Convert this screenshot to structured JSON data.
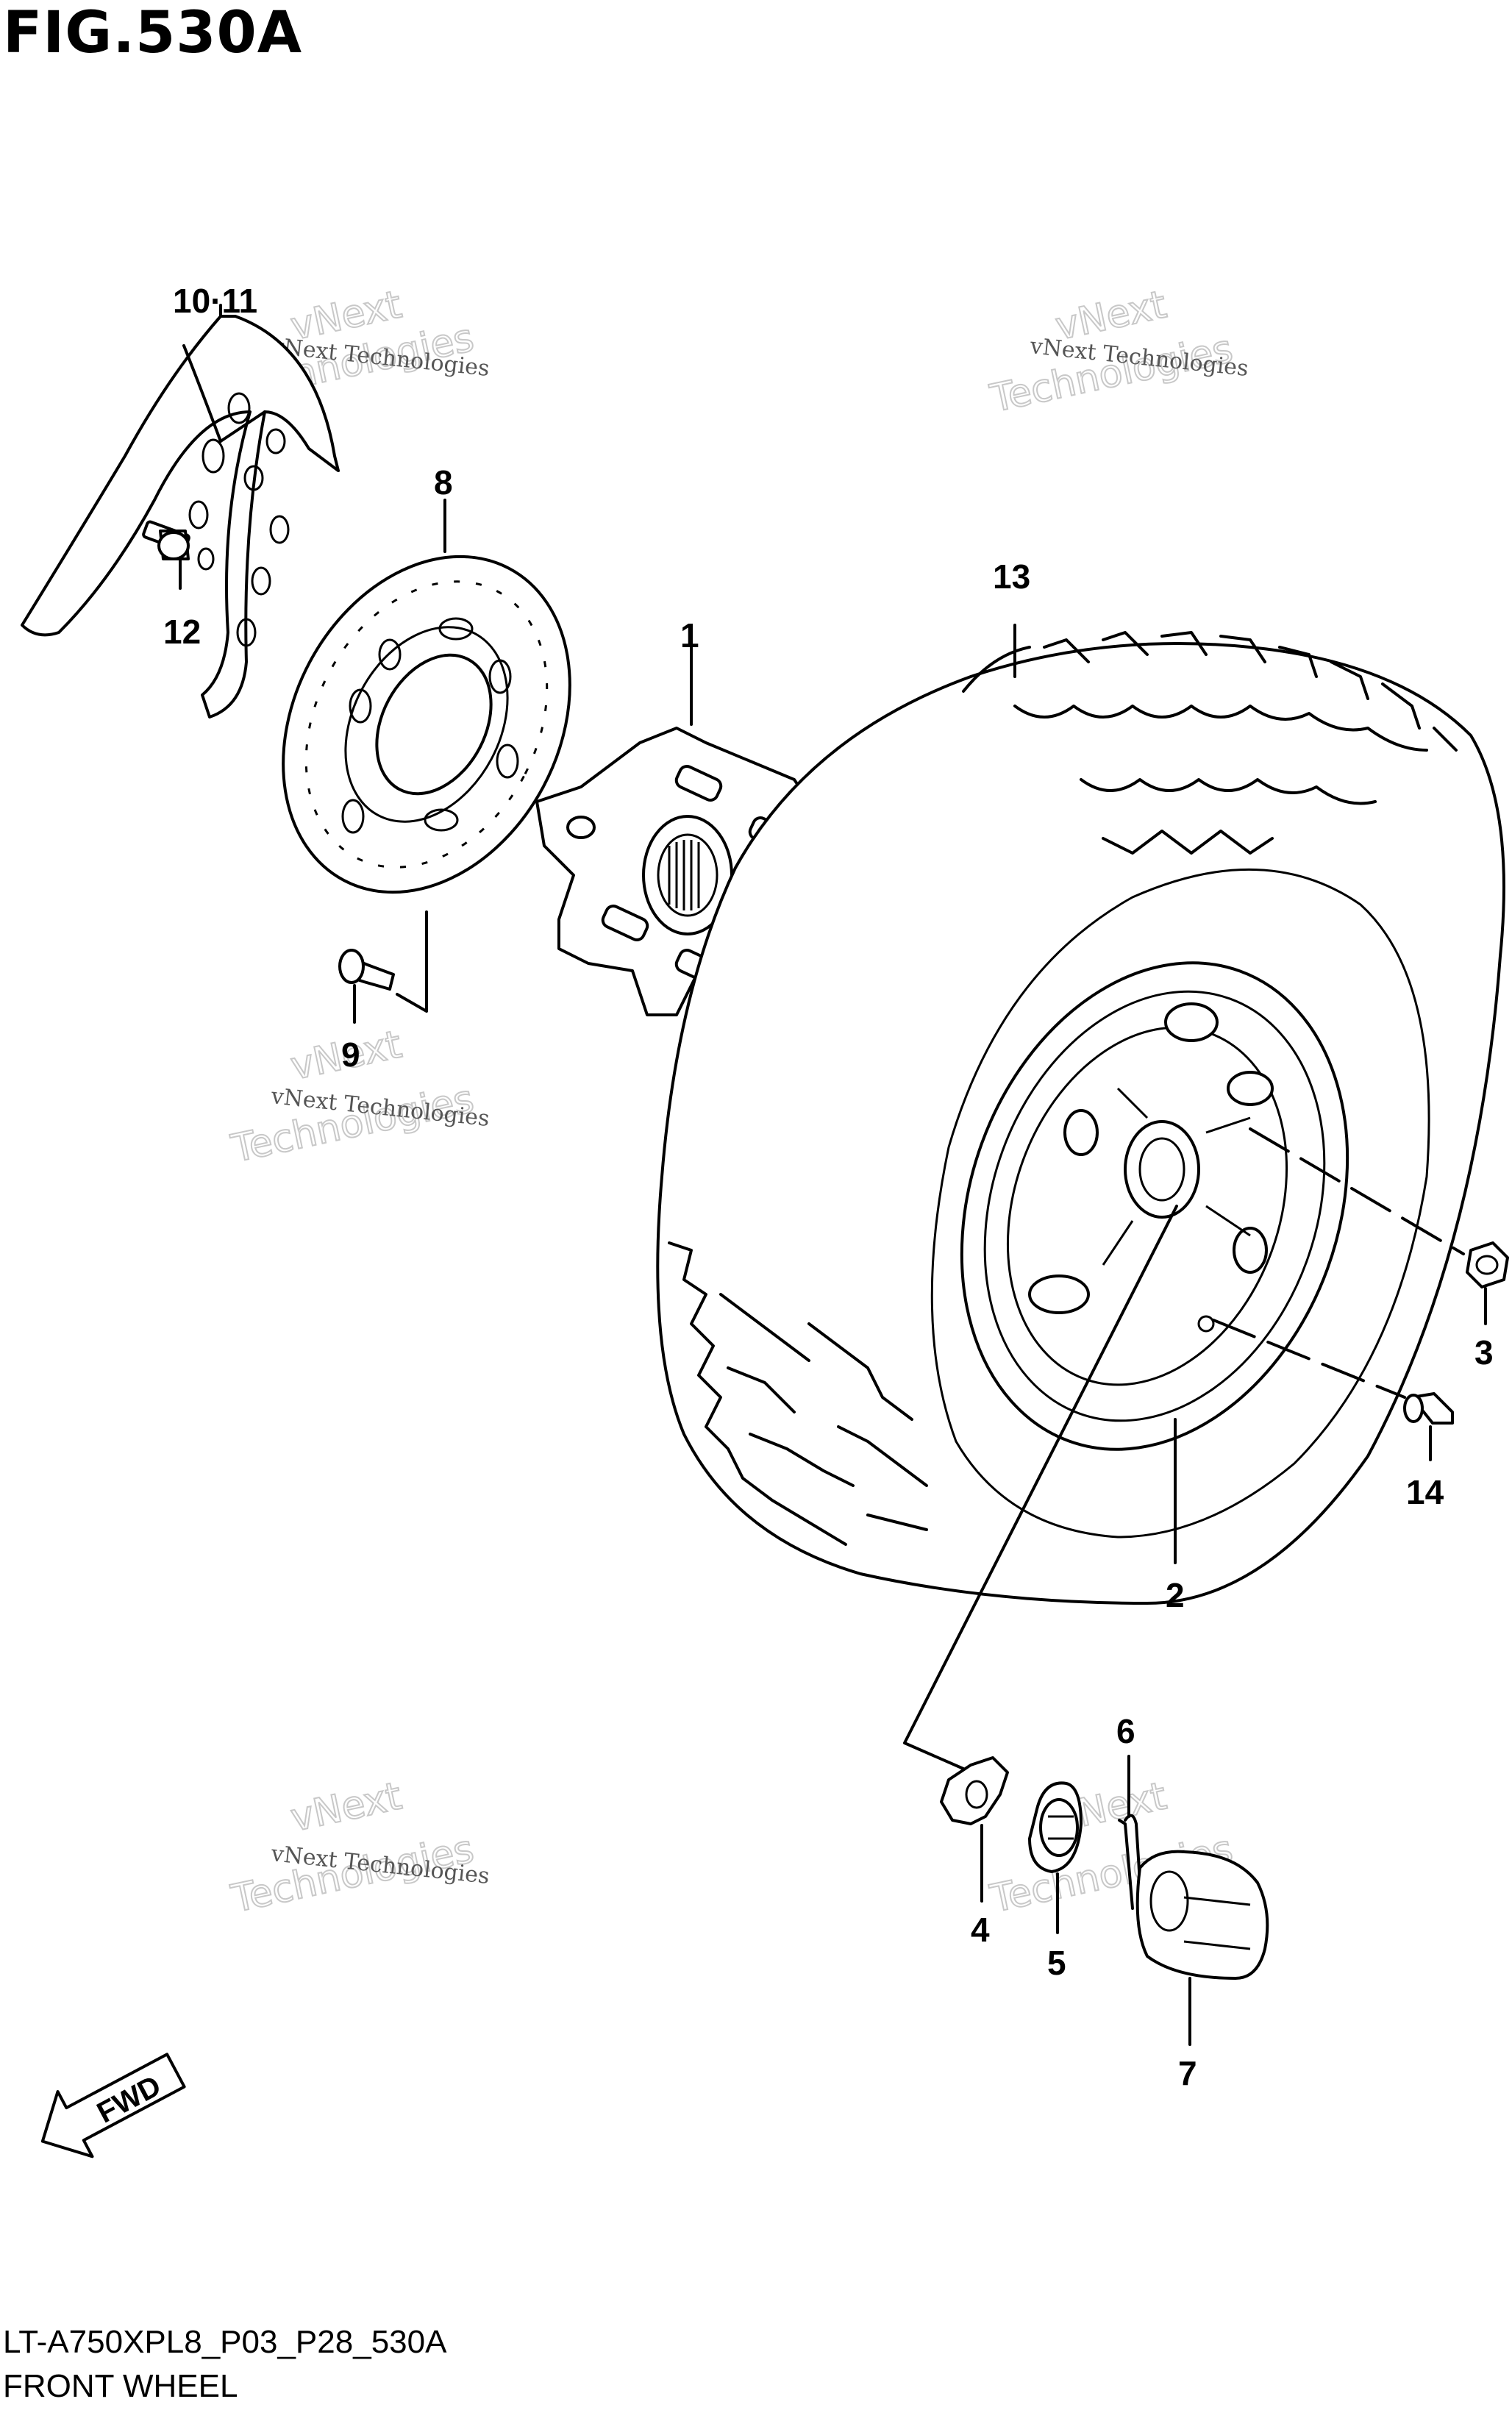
{
  "figure": {
    "title": "FIG.530A",
    "model_code": "LT-A750XPL8_P03_P28_530A",
    "caption": "FRONT WHEEL"
  },
  "callouts": {
    "c1": "1",
    "c2": "2",
    "c3": "3",
    "c4": "4",
    "c5": "5",
    "c6": "6",
    "c7": "7",
    "c8": "8",
    "c9": "9",
    "c10_11": "10·11",
    "c12": "12",
    "c13": "13",
    "c14": "14"
  },
  "watermark": {
    "brand": "vNext",
    "company": "Technologies",
    "small_text": "vNext Technologies"
  },
  "direction_arrow": {
    "label": "FWD",
    "icon": "fwd-arrow-icon"
  }
}
